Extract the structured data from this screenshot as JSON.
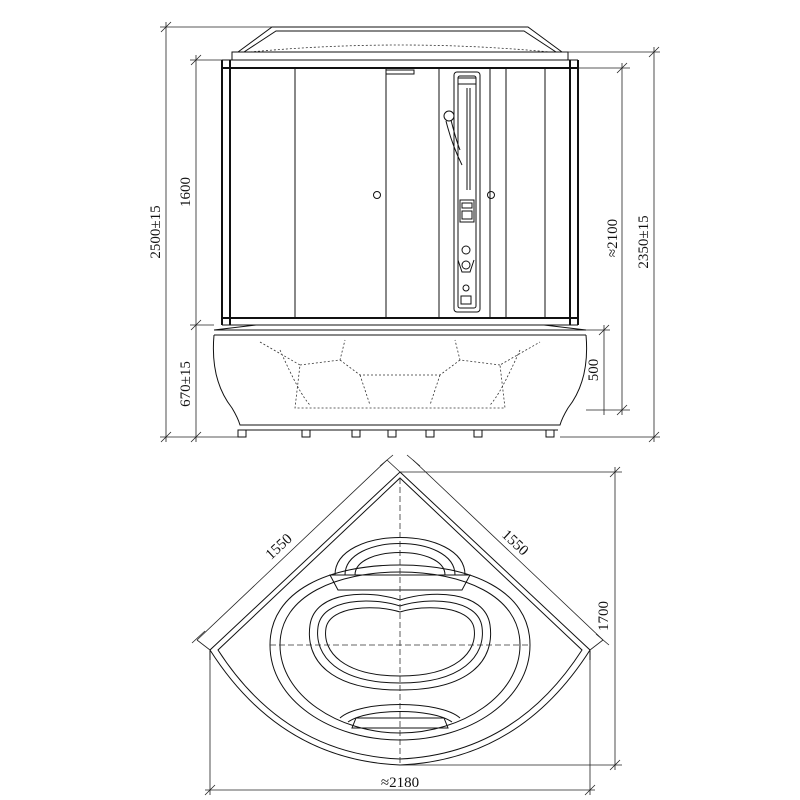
{
  "front_view": {
    "dim_total_height": "2500±15",
    "dim_cabin_height": "1600",
    "dim_base_height": "670±15",
    "dim_inner_height": "≈2100",
    "dim_side_height": "2350±15",
    "dim_bath_depth": "500"
  },
  "top_view": {
    "dim_left_side": "1550",
    "dim_right_side": "1550",
    "dim_depth": "1700",
    "dim_width": "≈2180"
  }
}
